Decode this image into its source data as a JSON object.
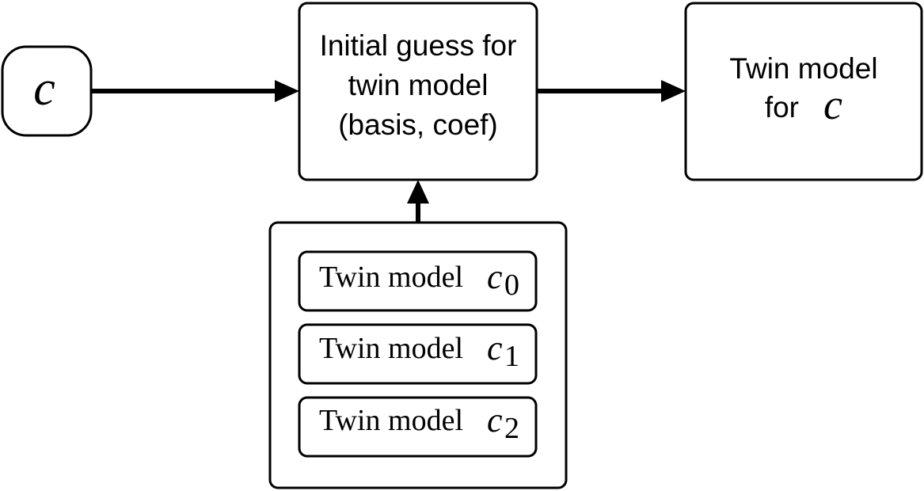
{
  "input_node": {
    "symbol": "c"
  },
  "guess_box": {
    "lines": [
      "Initial guess for",
      "twin model",
      "(basis, coef)"
    ]
  },
  "output_box": {
    "line1": "Twin model",
    "line2_text": "for",
    "line2_symbol": "c"
  },
  "library": {
    "items": [
      {
        "label": "Twin model",
        "symbol": "c",
        "subscript": "0"
      },
      {
        "label": "Twin model",
        "symbol": "c",
        "subscript": "1"
      },
      {
        "label": "Twin model",
        "symbol": "c",
        "subscript": "2"
      }
    ]
  },
  "colors": {
    "stroke": "#000000",
    "background": "#ffffff"
  }
}
